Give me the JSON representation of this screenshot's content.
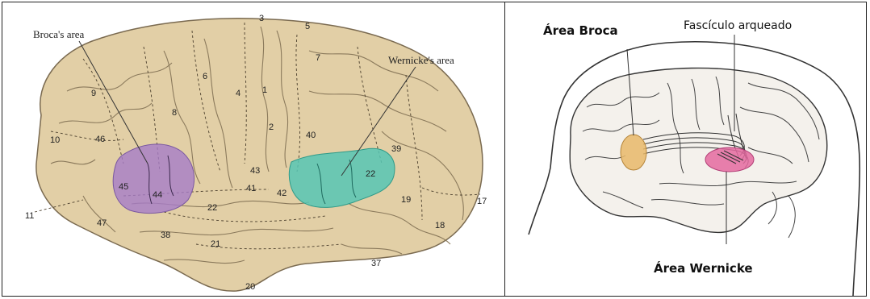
{
  "left_panel": {
    "labels": {
      "broca": "Broca's area",
      "wernicke": "Wernicke's area"
    },
    "areas": [
      "3",
      "5",
      "7",
      "6",
      "4",
      "1",
      "9",
      "8",
      "2",
      "40",
      "10",
      "46",
      "39",
      "43",
      "22",
      "41",
      "42",
      "45",
      "44",
      "19",
      "17",
      "11",
      "22",
      "47",
      "38",
      "21",
      "18",
      "37",
      "20"
    ],
    "colors": {
      "brain": "#e2cfa6",
      "broca_region": "#a67cc8",
      "wernicke_region": "#56c6b4"
    }
  },
  "right_panel": {
    "labels": {
      "broca": "Área Broca",
      "arcuate": "Fascículo arqueado",
      "wernicke": "Área Wernicke"
    },
    "colors": {
      "broca_region": "#e8b86a",
      "wernicke_region": "#e46aa0"
    }
  }
}
